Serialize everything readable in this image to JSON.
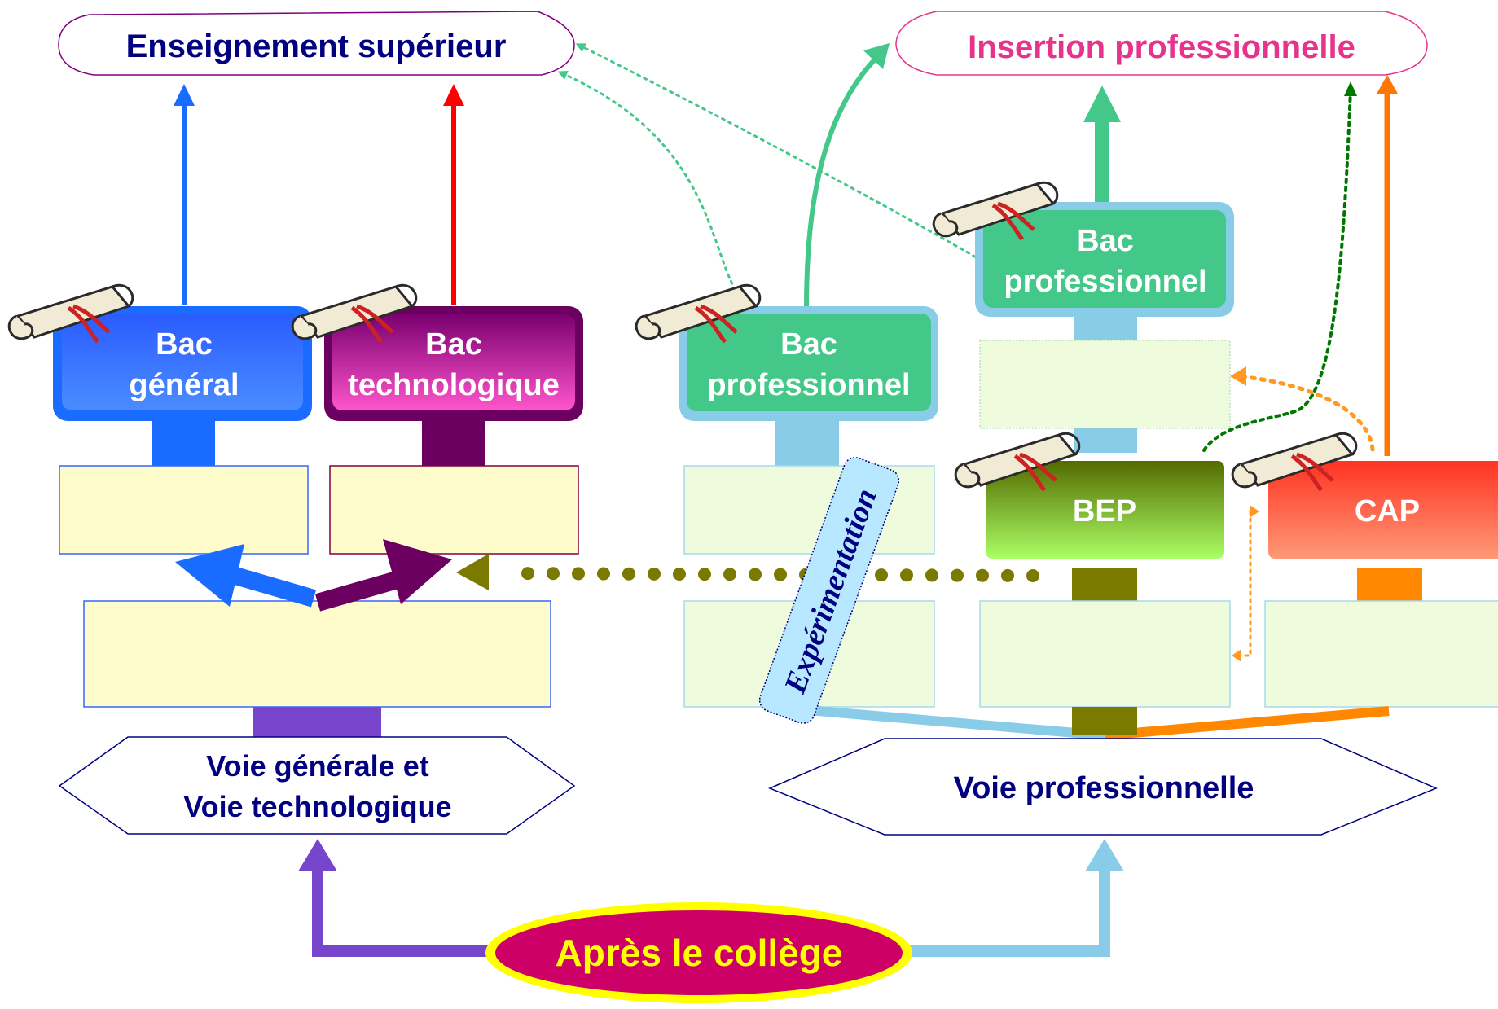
{
  "top": {
    "higher_ed": "Enseignement supérieur",
    "employment": "Insertion professionnelle"
  },
  "diplomas": {
    "bac_general": [
      "Bac",
      "général"
    ],
    "bac_techno": [
      "Bac",
      "technologique"
    ],
    "bac_pro_3ans": [
      "Bac",
      "professionnel"
    ],
    "bac_pro_bep": [
      "Bac",
      "professionnel"
    ],
    "bep": "BEP",
    "cap": "CAP"
  },
  "tracks": {
    "general": [
      "Voie générale et",
      "Voie technologique"
    ],
    "pro": "Voie professionnelle"
  },
  "start": "Après le collège",
  "experimentation": "Expérimentation",
  "colors": {
    "navy": "#000080",
    "pink": "#e6338c",
    "blue": "#1a6bff",
    "red": "#ff0000",
    "purple_track": "#7744cc",
    "plum": "#6b0060",
    "magenta": "#ee44bb",
    "green": "#44c88a",
    "light_blue": "#88cce8",
    "olive": "#7a7a00",
    "orange": "#ff8800",
    "salmon": "#ff5544",
    "dark_green": "#007700",
    "start_fill": "#cc0066",
    "start_border": "#ffff00",
    "start_text": "#ffff00",
    "box_yellow": "#fffccc",
    "box_green": "#eefbdc"
  }
}
